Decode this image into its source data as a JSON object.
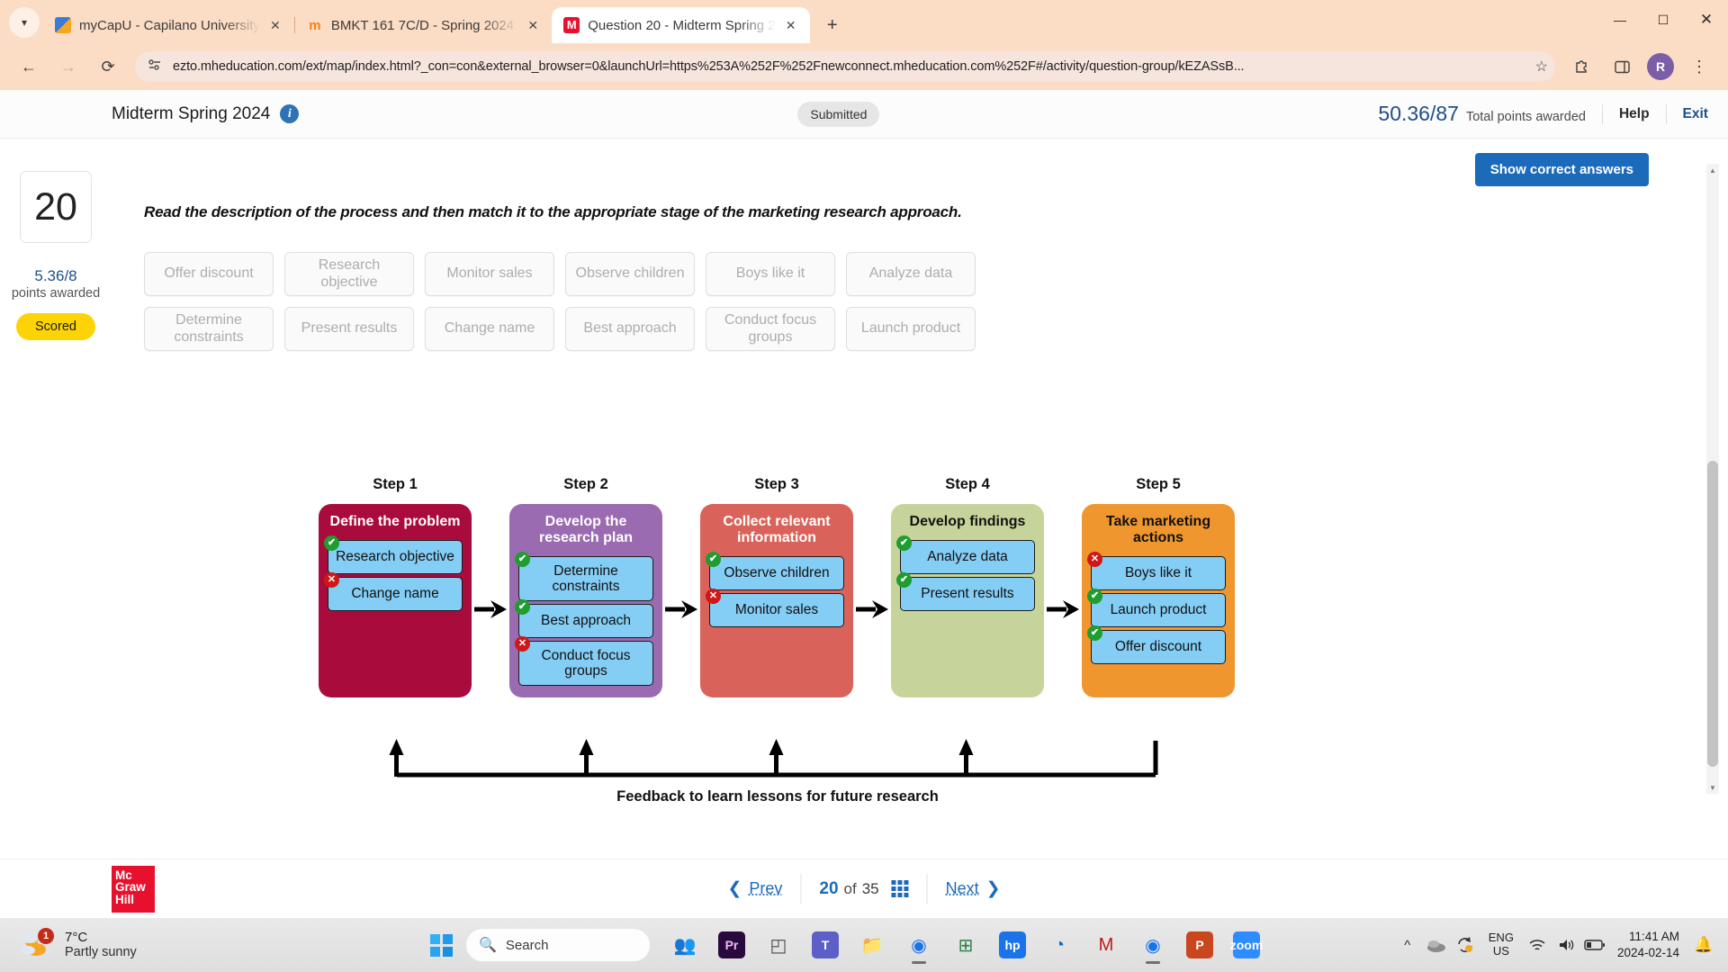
{
  "browser": {
    "tab_list_icon": "chevron-down-icon",
    "tabs": [
      {
        "title": "myCapU - Capilano University",
        "favicon": "capilano-shield-icon",
        "active": false
      },
      {
        "title": "BMKT 161 7C/D - Spring 2024:",
        "favicon": "moodle-icon",
        "active": false
      },
      {
        "title": "Question 20 - Midterm Spring 2",
        "favicon": "mcgraw-hill-icon",
        "active": true
      }
    ],
    "new_tab_label": "+",
    "window_controls": {
      "minimize": "—",
      "maximize": "☐",
      "close": "✕"
    },
    "nav": {
      "back": "←",
      "forward": "→",
      "reload": "↻"
    },
    "url": "ezto.mheducation.com/ext/map/index.html?_con=con&external_browser=0&launchUrl=https%253A%252F%252Fnewconnect.mheducation.com%252F#/activity/question-group/kEZASsB...",
    "star_icon": "star-outline-icon",
    "extensions_icon": "puzzle-icon",
    "sidepanel_icon": "side-panel-icon",
    "profile_initial": "R",
    "menu_icon": "kebab-menu-icon"
  },
  "header": {
    "exam_title": "Midterm Spring 2024",
    "info_icon_label": "i",
    "status_chip": "Submitted",
    "total_score": "50.36/87",
    "total_score_label": "Total points awarded",
    "help_label": "Help",
    "exit_label": "Exit"
  },
  "rail": {
    "question_number": "20",
    "points_awarded": "5.36/8",
    "points_label": "points awarded",
    "status": "Scored"
  },
  "question": {
    "show_correct_label": "Show correct answers",
    "prompt": "Read the description of the process and then match it to the appropriate stage of the marketing research approach.",
    "bank_rows": [
      [
        "Offer discount",
        "Research objective",
        "Monitor sales",
        "Observe children",
        "Boys like it",
        "Analyze data"
      ],
      [
        "Determine constraints",
        "Present results",
        "Change name",
        "Best approach",
        "Conduct focus groups",
        "Launch product"
      ]
    ]
  },
  "diagram": {
    "arrow_glyph": "▶",
    "feedback_label": "Feedback to learn lessons for future research",
    "steps": [
      {
        "caption": "Step 1",
        "heading": "Define the problem",
        "box_color": "#a90b3d",
        "heading_color": "#ffffff",
        "answers": [
          {
            "text": "Research objective",
            "mark": "correct"
          },
          {
            "text": "Change name",
            "mark": "incorrect"
          }
        ]
      },
      {
        "caption": "Step 2",
        "heading": "Develop the research plan",
        "box_color": "#9a6bb0",
        "heading_color": "#ffffff",
        "answers": [
          {
            "text": "Determine constraints",
            "mark": "correct"
          },
          {
            "text": "Best approach",
            "mark": "correct"
          },
          {
            "text": "Conduct focus groups",
            "mark": "incorrect"
          }
        ]
      },
      {
        "caption": "Step 3",
        "heading": "Collect relevant information",
        "box_color": "#d9635a",
        "heading_color": "#ffffff",
        "answers": [
          {
            "text": "Observe children",
            "mark": "correct"
          },
          {
            "text": "Monitor sales",
            "mark": "incorrect"
          }
        ]
      },
      {
        "caption": "Step 4",
        "heading": "Develop findings",
        "box_color": "#c6d49b",
        "heading_color": "#111111",
        "answers": [
          {
            "text": "Analyze data",
            "mark": "correct"
          },
          {
            "text": "Present results",
            "mark": "correct"
          }
        ]
      },
      {
        "caption": "Step 5",
        "heading": "Take marketing actions",
        "box_color": "#f0962f",
        "heading_color": "#111111",
        "answers": [
          {
            "text": "Boys like it",
            "mark": "incorrect"
          },
          {
            "text": "Launch product",
            "mark": "correct"
          },
          {
            "text": "Offer discount",
            "mark": "correct"
          }
        ]
      }
    ],
    "marks": {
      "correct_glyph": "✔",
      "incorrect_glyph": "✕"
    }
  },
  "footer": {
    "logo_line1": "Mc",
    "logo_line2": "Graw",
    "logo_line3": "Hill",
    "prev_label": "Prev",
    "current_page": "20",
    "of_label": "of",
    "total_pages": "35",
    "grid_icon": "grid-icon",
    "next_label": "Next"
  },
  "taskbar": {
    "weather_temp": "7°C",
    "weather_desc": "Partly sunny",
    "weather_badge": "1",
    "start_icon": "windows-start-icon",
    "search_placeholder": "Search",
    "apps": [
      {
        "name": "widgets-icon",
        "glyph": "👥"
      },
      {
        "name": "premiere-pro-icon",
        "glyph": "Pr"
      },
      {
        "name": "task-view-icon",
        "glyph": "◰"
      },
      {
        "name": "microsoft-teams-icon",
        "glyph": "T"
      },
      {
        "name": "file-explorer-icon",
        "glyph": "📁"
      },
      {
        "name": "google-chrome-icon",
        "glyph": "◉"
      },
      {
        "name": "calculator-icon",
        "glyph": "⊞"
      },
      {
        "name": "myhp-icon",
        "glyph": "hp"
      },
      {
        "name": "outlook-icon",
        "glyph": "◔"
      },
      {
        "name": "mcafee-icon",
        "glyph": "M"
      },
      {
        "name": "chrome-active-icon",
        "glyph": "◉"
      },
      {
        "name": "powerpoint-icon",
        "glyph": "P"
      },
      {
        "name": "zoom-icon",
        "glyph": "zoom"
      }
    ],
    "tray": {
      "overflow": "^",
      "onedrive": "onedrive-icon",
      "sync": "sync-icon",
      "lang_line1": "ENG",
      "lang_line2": "US",
      "wifi": "wifi-icon",
      "volume": "volume-icon",
      "battery": "battery-icon",
      "time": "11:41 AM",
      "date": "2024-02-14",
      "notifications": "bell-icon"
    }
  }
}
